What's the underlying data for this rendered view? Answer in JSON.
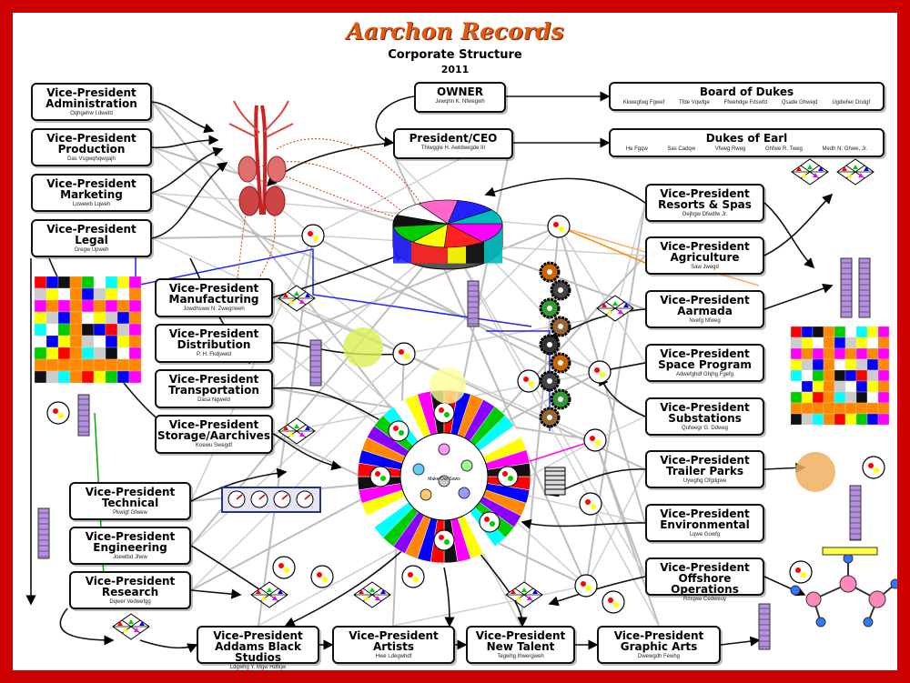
{
  "header": {
    "brand": "Aarchon Records",
    "subtitle": "Corporate Structure",
    "year": "2011"
  },
  "top": {
    "owner": {
      "title": "OWNER",
      "name": "Jewqhn K. Nfwegwh"
    },
    "ceo": {
      "title": "President/CEO",
      "name": "Thiwggle H. Awldwegde III"
    },
    "board": {
      "title": "Board of Dukes",
      "names": [
        "Kkwegfwg Fgwef",
        "Tfde Vqwfge",
        "Ffwehdge Fdswfd",
        "Qsade Ghwejd",
        "Ugdwher Dndgf"
      ]
    },
    "earl": {
      "title": "Dukes of Earl",
      "names": [
        "He Fgqw",
        "Sas Cadqw",
        "Vfweg Rweg",
        "Ghfwe R. Tweg",
        "Medh N. Ghwe, Jr."
      ]
    }
  },
  "left_vps": [
    {
      "title": "Vice-President\nAdministration",
      "name": "Oqhgehw I.dwefd"
    },
    {
      "title": "Vice-President\nProduction",
      "name": "Das Vsgwqhqwgajh"
    },
    {
      "title": "Vice-President\nMarketing",
      "name": "Lowewb Lqweh"
    },
    {
      "title": "Vice-President\nLegal",
      "name": "Gregw Upweh"
    }
  ],
  "mid_vps": [
    {
      "title": "Vice-President\nManufacturing",
      "name": "Jowdhsww N. Zwegnweh"
    },
    {
      "title": "Vice-President\nDistribution",
      "name": "P. H. Fkdjweld"
    },
    {
      "title": "Vice-President\nTransportation",
      "name": "Dasa Ngweld"
    },
    {
      "title": "Vice-President\nStorage/Aarchives",
      "name": "Koewu Swegdf"
    }
  ],
  "lower_left_vps": [
    {
      "title": "Vice-President\nTechnical",
      "name": "Pkwlgf Gfwew"
    },
    {
      "title": "Vice-President\nEngineering",
      "name": "Joewlbd Jhew"
    },
    {
      "title": "Vice-President\nResearch",
      "name": "Dqwer Vedwefgg"
    }
  ],
  "bottom_vps": [
    {
      "title": "Vice-President\nAddams Black Studios",
      "name": "Ldgwhg Y. Mgw Hdfkjw"
    },
    {
      "title": "Vice-President\nArtists",
      "name": "Hwe Ldegwhdf"
    },
    {
      "title": "Vice-President\nNew Talent",
      "name": "Tegwhg Ihwergweh"
    },
    {
      "title": "Vice-President\nGraphic Arts",
      "name": "Dwewgdh Fewhg"
    }
  ],
  "right_vps": [
    {
      "title": "Vice-President\nResorts & Spas",
      "name": "Oejhgw Dfwdfw Jr."
    },
    {
      "title": "Vice-President\nAgriculture",
      "name": "Saw Jwegd"
    },
    {
      "title": "Vice-President\nAarmada",
      "name": "Nvefg Nfweg"
    },
    {
      "title": "Vice-President\nSpace Program",
      "name": "Adwefghdf Ghjhg Fgefg"
    },
    {
      "title": "Vice-President\nSubstations",
      "name": "Qufwegr G. Ddweg"
    },
    {
      "title": "Vice-President\nTrailer Parks",
      "name": "Uywghg Ofgdgwe"
    },
    {
      "title": "Vice-President\nEnvironmental",
      "name": "Lqwe Gowfg"
    },
    {
      "title": "Vice-President\nOffshore Operations",
      "name": "Rmqwe Cedweuy"
    }
  ],
  "wheel_center": {
    "label": "Make\nOur Saws"
  },
  "colors": {
    "frame": "#cc0000",
    "brand": "#e05a12",
    "purple_cylinder": "#b48fe0",
    "pie": [
      "#ff00ff",
      "#ff2222",
      "#ffff00",
      "#00cc00",
      "#111111",
      "#ffffff",
      "#ff66cc",
      "#2222ff",
      "#00bbbb"
    ],
    "wheel": [
      "#ff0000",
      "#ffff00",
      "#00cc00",
      "#0000ff",
      "#ff00ff",
      "#00ffff",
      "#ff8800",
      "#111111",
      "#ffffff",
      "#8800ff"
    ]
  }
}
